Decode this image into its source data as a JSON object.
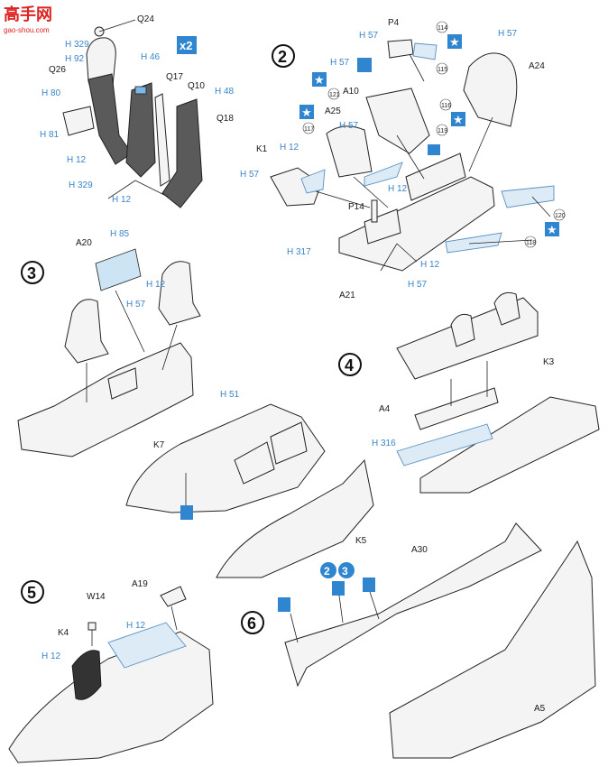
{
  "watermark": {
    "brand": "高手网",
    "url": "gao-shou.com"
  },
  "colors": {
    "accent": "#2f86cf",
    "part_fill": "#f4f4f4",
    "dark_part": "#5a5a5a",
    "clear_part": "#dcebf6"
  },
  "steps": [
    "2",
    "3",
    "4",
    "5",
    "6"
  ],
  "multiplier": "x2",
  "step1": {
    "parts": [
      "Q24",
      "Q26",
      "Q17",
      "Q10",
      "Q18"
    ],
    "paints": [
      "H 329",
      "H 92",
      "H 80",
      "H 81",
      "H 12",
      "H 329",
      "H 46",
      "H 48",
      "H 12"
    ]
  },
  "step2": {
    "parts": [
      "P4",
      "A24",
      "A10",
      "A25",
      "K1",
      "P14",
      "A21"
    ],
    "paints": [
      "H 57",
      "H 57",
      "H 57",
      "H 57",
      "H 12",
      "H 57",
      "H 12",
      "H 317",
      "H 12",
      "H 57"
    ],
    "decals": [
      "114",
      "115",
      "116",
      "117",
      "118",
      "119",
      "120",
      "121"
    ]
  },
  "step3": {
    "parts": [
      "A20"
    ],
    "paints": [
      "H 85",
      "H 12",
      "H 57"
    ]
  },
  "step4": {
    "parts": [
      "A4",
      "K3"
    ],
    "paints": [
      "H 316"
    ]
  },
  "step5": {
    "parts": [
      "A19",
      "W14",
      "K4"
    ],
    "paints": [
      "H 12",
      "H 12"
    ]
  },
  "step6": {
    "parts": [
      "A30",
      "A5"
    ]
  },
  "middle": {
    "parts": [
      "K7",
      "K5"
    ],
    "paints": [
      "H 51"
    ]
  },
  "ref_steps": [
    "2",
    "3"
  ]
}
